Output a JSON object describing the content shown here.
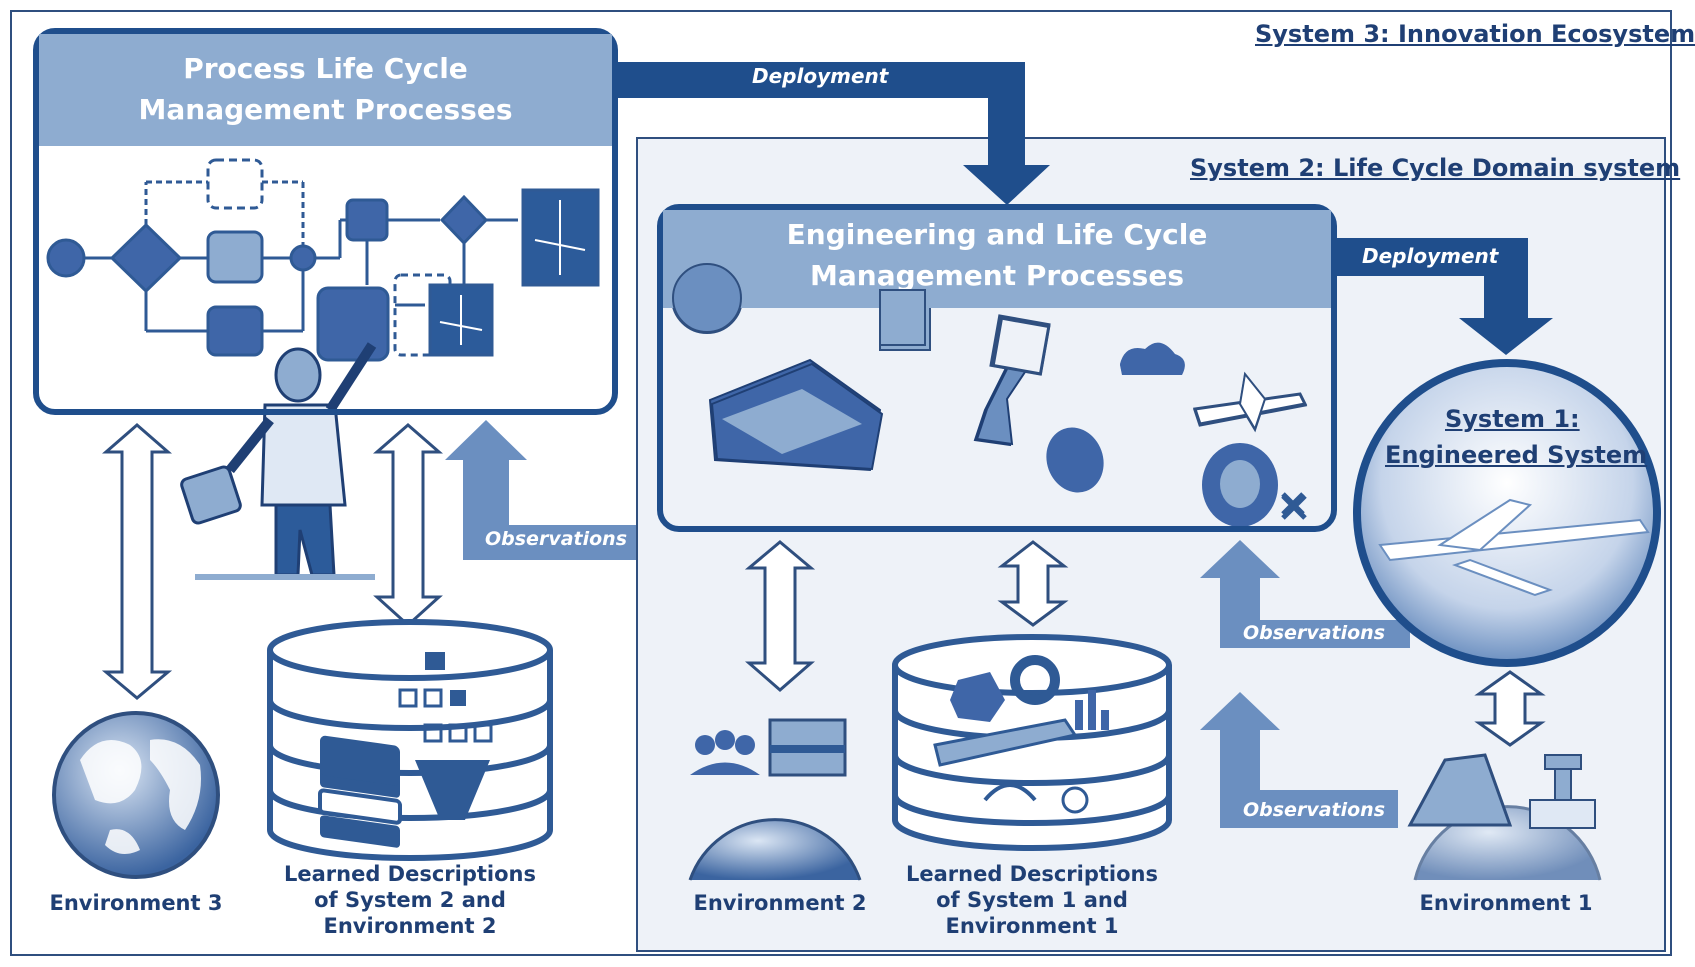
{
  "system3": {
    "title": "System 3: Innovation Ecosystem"
  },
  "system2": {
    "title": "System 2: Life Cycle Domain system"
  },
  "system1": {
    "line1": "System 1:",
    "line2": "Engineered System"
  },
  "process_box": {
    "line1": "Process Life Cycle",
    "line2": "Management Processes"
  },
  "engineering_box": {
    "line1": "Engineering and Life Cycle",
    "line2": "Management Processes"
  },
  "arrows": {
    "deployment_top": "Deployment",
    "deployment_right": "Deployment",
    "observations_left": "Observations",
    "observations_upper": "Observations",
    "observations_lower": "Observations"
  },
  "environments": {
    "env3": "Environment 3",
    "env2": "Environment 2",
    "env1": "Environment 1"
  },
  "databases": {
    "db_left": [
      "Learned Descriptions",
      "of System 2 and",
      "Environment 2"
    ],
    "db_mid": [
      "Learned Descriptions",
      "of System 1 and",
      "Environment 1"
    ]
  },
  "colors": {
    "dark_blue": "#1f4e8c",
    "mid_blue": "#6b8fc0",
    "light_blue": "#8eacd0",
    "pale": "#eef2f8",
    "text": "#1f3f74"
  }
}
